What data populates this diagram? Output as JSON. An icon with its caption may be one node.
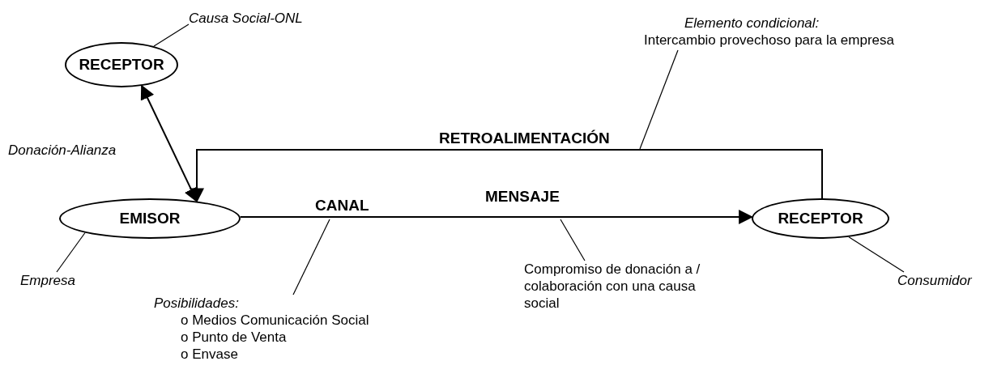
{
  "diagram": {
    "nodes": [
      {
        "text": [
          "RECEPTOR"
        ]
      },
      {
        "text": [
          "EMISOR"
        ]
      },
      {
        "text": [
          "RECEPTOR"
        ]
      },
      {
        "text": [
          "Causa Social-ONL"
        ]
      },
      {
        "text": [
          "Empresa"
        ]
      },
      {
        "text": [
          "Consumidor"
        ]
      },
      {
        "text": [
          "Elemento condicional:",
          "Intercambio provechoso para la empresa"
        ]
      },
      {
        "text": [
          "Posibilidades:",
          "o Medios Comunicación Social",
          "o Punto de Venta",
          "o Envase"
        ]
      },
      {
        "text": [
          "Compromiso de donación a / colaboración con una causa social"
        ]
      }
    ],
    "edges": [
      {
        "from": 1,
        "to": 0,
        "arrow": "both",
        "label": "Donación-Alianza"
      },
      {
        "from": 2,
        "to": 1,
        "arrow": "to",
        "label": "RETROALIMENTACIÓN"
      },
      {
        "from": 1,
        "to": 2,
        "arrow": "to",
        "label": "CANAL"
      },
      {
        "from": 3,
        "to": 0,
        "arrow": "none"
      },
      {
        "from": 4,
        "to": 1,
        "arrow": "none"
      },
      {
        "from": 5,
        "to": 2,
        "arrow": "none"
      },
      {
        "from": 6,
        "to": null,
        "arrow": "none"
      },
      {
        "from": 7,
        "to": null,
        "arrow": "none"
      },
      {
        "from": 8,
        "to": null,
        "arrow": "none"
      }
    ],
    "labels": [
      "MENSAJE"
    ]
  }
}
